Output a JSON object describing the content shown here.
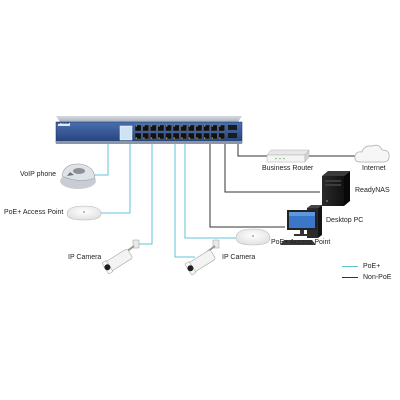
{
  "switch": {
    "brand_label": "NETGEAR"
  },
  "devices": {
    "voip_phone": "VoIP phone",
    "poe_access_point_left": "PoE+ Access Point",
    "ip_camera_left": "IP Camera",
    "ip_camera_right": "IP Camera",
    "poe_access_point_right": "PoE+ Access Point",
    "business_router": "Business Router",
    "internet": "Internet",
    "readynas": "ReadyNAS",
    "desktop_pc": "Desktop PC"
  },
  "legend": {
    "poe": {
      "label": "PoE+",
      "color": "#5fc6d8"
    },
    "non_poe": {
      "label": "Non-PoE",
      "color": "#333333"
    }
  }
}
